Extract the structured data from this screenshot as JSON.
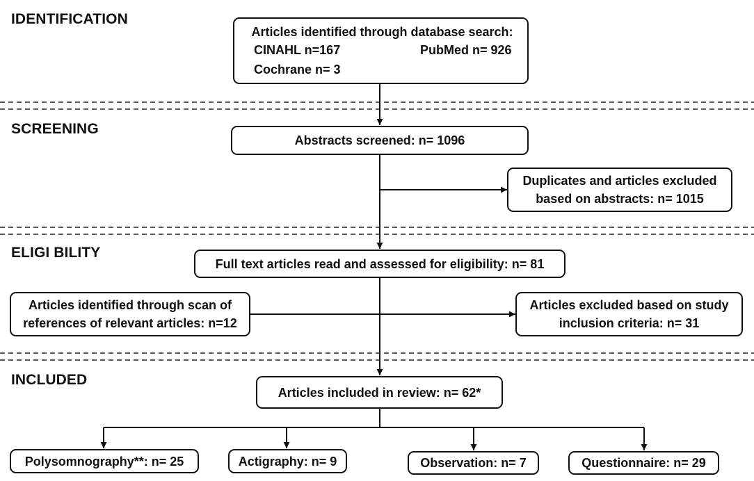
{
  "stages": {
    "identification": "IDENTIFICATION",
    "screening": "SCREENING",
    "eligibility": "ELIGI BILITY",
    "included": "INCLUDED"
  },
  "identification": {
    "heading": "Articles identified through database search:",
    "cinahl": "CINAHL n=167",
    "pubmed": "PubMed n= 926",
    "cochrane": "Cochrane n= 3"
  },
  "screening": {
    "abstracts": "Abstracts screened: n= 1096",
    "excluded_line1": "Duplicates and articles excluded",
    "excluded_line2": "based on abstracts: n= 1015"
  },
  "eligibility": {
    "fulltext": "Full text articles read and assessed for eligibility: n= 81",
    "scan_line1": "Articles identified through scan of",
    "scan_line2": "references of relevant articles: n=12",
    "excluded_line1": "Articles excluded based on study",
    "excluded_line2": "inclusion criteria: n= 31"
  },
  "included": {
    "review": "Articles included in review: n= 62*",
    "polysomnography": "Polysomnography**: n= 25",
    "actigraphy": "Actigraphy: n= 9",
    "observation": "Observation: n= 7",
    "questionnaire": "Questionnaire: n= 29"
  }
}
